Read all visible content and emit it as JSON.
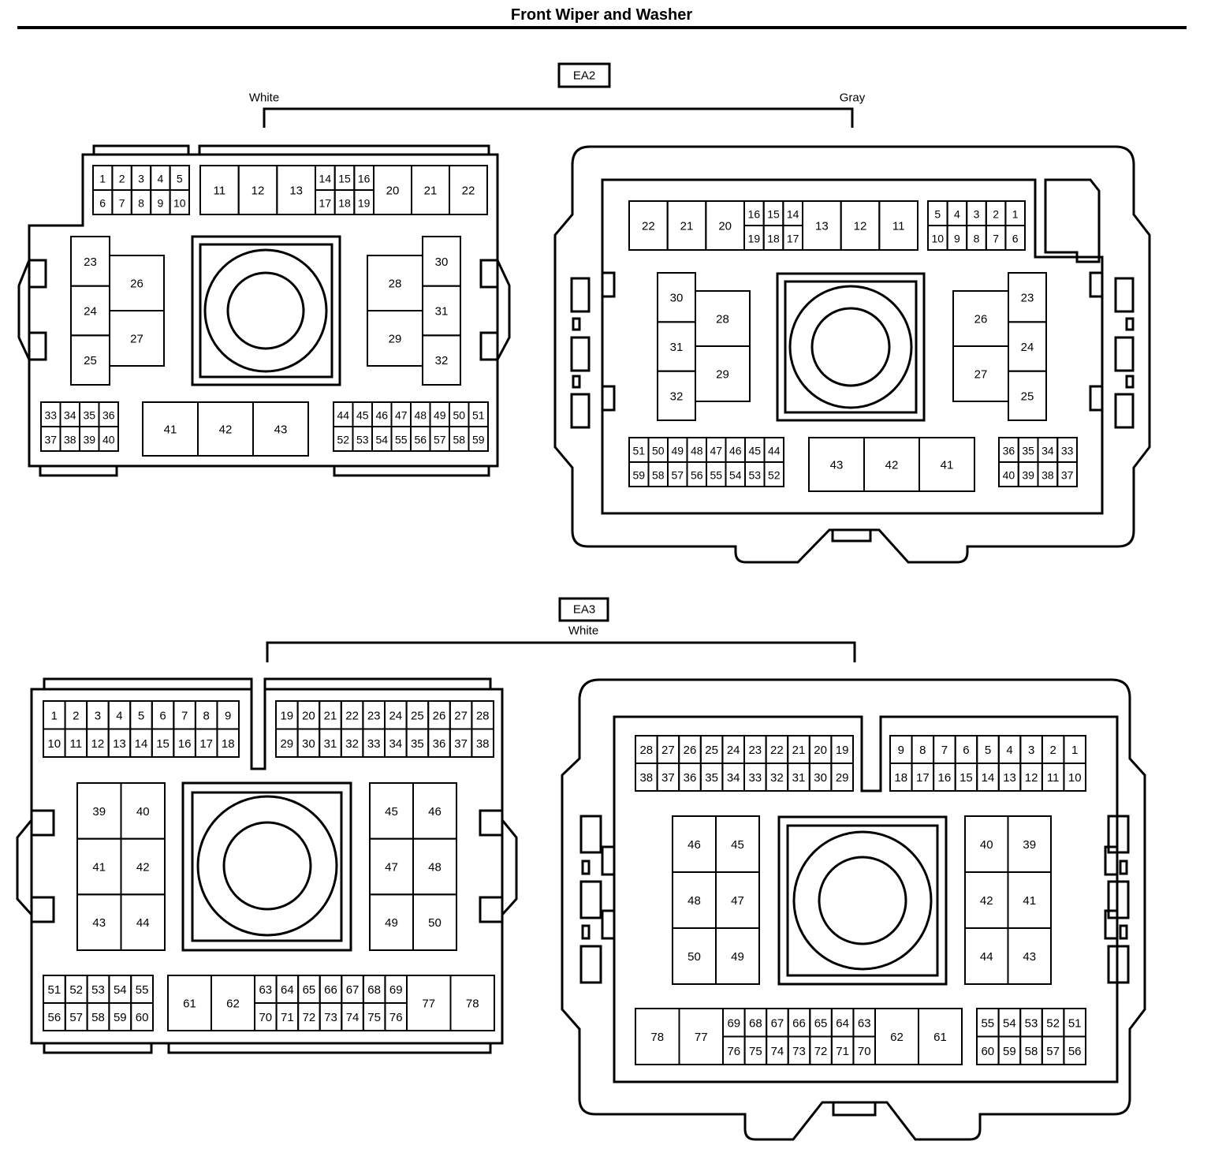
{
  "title": "Front Wiper and Washer",
  "connectors": [
    {
      "id": "EA2",
      "colors": {
        "left": "White",
        "right": "Gray"
      },
      "left_view": {
        "top_left_small": [
          [
            "1",
            "2",
            "3",
            "4",
            "5"
          ],
          [
            "6",
            "7",
            "8",
            "9",
            "10"
          ]
        ],
        "top_right": {
          "large_left": [
            "11",
            "12",
            "13"
          ],
          "small": [
            [
              "14",
              "15",
              "16"
            ],
            [
              "17",
              "18",
              "19"
            ]
          ],
          "large_right": [
            "20",
            "21",
            "22"
          ]
        },
        "left_column": [
          "23",
          "24",
          "25"
        ],
        "left_pair": [
          "26",
          "27"
        ],
        "right_pair": [
          "28",
          "29"
        ],
        "right_column": [
          "30",
          "31",
          "32"
        ],
        "bottom_left_small": [
          [
            "33",
            "34",
            "35",
            "36"
          ],
          [
            "37",
            "38",
            "39",
            "40"
          ]
        ],
        "bottom_middle": [
          "41",
          "42",
          "43"
        ],
        "bottom_right_small": [
          [
            "44",
            "45",
            "46",
            "47",
            "48",
            "49",
            "50",
            "51"
          ],
          [
            "52",
            "53",
            "54",
            "55",
            "56",
            "57",
            "58",
            "59"
          ]
        ]
      },
      "right_view": {
        "top_left": {
          "large_left": [
            "22",
            "21",
            "20"
          ],
          "small": [
            [
              "16",
              "15",
              "14"
            ],
            [
              "19",
              "18",
              "17"
            ]
          ],
          "large_right": [
            "13",
            "12",
            "11"
          ]
        },
        "top_right_small": [
          [
            "5",
            "4",
            "3",
            "2",
            "1"
          ],
          [
            "10",
            "9",
            "8",
            "7",
            "6"
          ]
        ],
        "left_column": [
          "30",
          "31",
          "32"
        ],
        "left_pair": [
          "28",
          "29"
        ],
        "right_pair": [
          "26",
          "27"
        ],
        "right_column": [
          "23",
          "24",
          "25"
        ],
        "bottom_left_small": [
          [
            "51",
            "50",
            "49",
            "48",
            "47",
            "46",
            "45",
            "44"
          ],
          [
            "59",
            "58",
            "57",
            "56",
            "55",
            "54",
            "53",
            "52"
          ]
        ],
        "bottom_middle": [
          "43",
          "42",
          "41"
        ],
        "bottom_right_small": [
          [
            "36",
            "35",
            "34",
            "33"
          ],
          [
            "40",
            "39",
            "38",
            "37"
          ]
        ]
      }
    },
    {
      "id": "EA3",
      "colors": {
        "center": "White"
      },
      "left_view": {
        "top_left_small": [
          [
            "1",
            "2",
            "3",
            "4",
            "5",
            "6",
            "7",
            "8",
            "9"
          ],
          [
            "10",
            "11",
            "12",
            "13",
            "14",
            "15",
            "16",
            "17",
            "18"
          ]
        ],
        "top_right_small": [
          [
            "19",
            "20",
            "21",
            "22",
            "23",
            "24",
            "25",
            "26",
            "27",
            "28"
          ],
          [
            "29",
            "30",
            "31",
            "32",
            "33",
            "34",
            "35",
            "36",
            "37",
            "38"
          ]
        ],
        "left_grid": [
          [
            "39",
            "40"
          ],
          [
            "41",
            "42"
          ],
          [
            "43",
            "44"
          ]
        ],
        "right_grid": [
          [
            "45",
            "46"
          ],
          [
            "47",
            "48"
          ],
          [
            "49",
            "50"
          ]
        ],
        "bottom_left_small": [
          [
            "51",
            "52",
            "53",
            "54",
            "55"
          ],
          [
            "56",
            "57",
            "58",
            "59",
            "60"
          ]
        ],
        "bottom_right": {
          "large_left": [
            "61",
            "62"
          ],
          "small": [
            [
              "63",
              "64",
              "65",
              "66",
              "67",
              "68",
              "69"
            ],
            [
              "70",
              "71",
              "72",
              "73",
              "74",
              "75",
              "76"
            ]
          ],
          "large_right": [
            "77",
            "78"
          ]
        }
      },
      "right_view": {
        "top_left_small": [
          [
            "28",
            "27",
            "26",
            "25",
            "24",
            "23",
            "22",
            "21",
            "20",
            "19"
          ],
          [
            "38",
            "37",
            "36",
            "35",
            "34",
            "33",
            "32",
            "31",
            "30",
            "29"
          ]
        ],
        "top_right_small": [
          [
            "9",
            "8",
            "7",
            "6",
            "5",
            "4",
            "3",
            "2",
            "1"
          ],
          [
            "18",
            "17",
            "16",
            "15",
            "14",
            "13",
            "12",
            "11",
            "10"
          ]
        ],
        "left_grid": [
          [
            "46",
            "45"
          ],
          [
            "48",
            "47"
          ],
          [
            "50",
            "49"
          ]
        ],
        "right_grid": [
          [
            "40",
            "39"
          ],
          [
            "42",
            "41"
          ],
          [
            "44",
            "43"
          ]
        ],
        "bottom_left": {
          "large_left": [
            "78",
            "77"
          ],
          "small": [
            [
              "69",
              "68",
              "67",
              "66",
              "65",
              "64",
              "63"
            ],
            [
              "76",
              "75",
              "74",
              "73",
              "72",
              "71",
              "70"
            ]
          ],
          "large_right": [
            "62",
            "61"
          ]
        },
        "bottom_right_small": [
          [
            "55",
            "54",
            "53",
            "52",
            "51"
          ],
          [
            "60",
            "59",
            "58",
            "57",
            "56"
          ]
        ]
      }
    }
  ]
}
